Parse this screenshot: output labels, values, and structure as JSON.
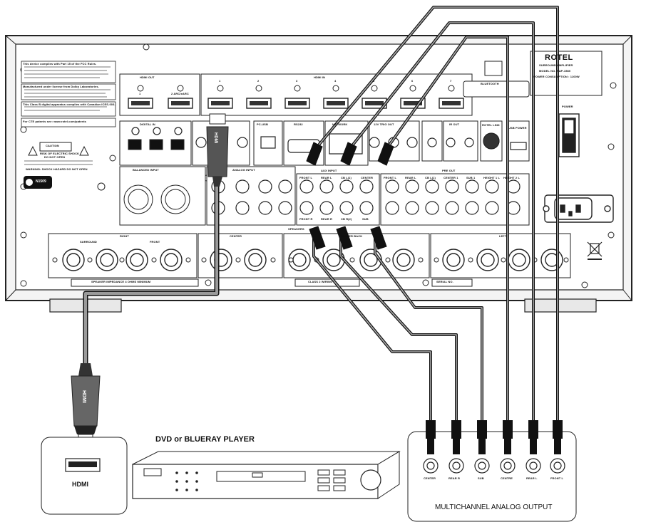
{
  "receiver": {
    "brand": "ROTEL",
    "model_lines": [
      "SURROUND AMPLIFIER",
      "MODEL NO. RAP-1580",
      "POWER CONSUMPTION : 1100W"
    ],
    "hdmi_out_label": "HDMI OUT",
    "hdmi_in_label": "HDMI IN",
    "hdmi_out_ports": [
      "1",
      "2 ARC/eARC"
    ],
    "hdmi_in_ports": [
      "1",
      "2",
      "3",
      "4",
      "5",
      "6",
      "7"
    ],
    "digital_in_label": "DIGITAL IN",
    "analog_input_label": "ANALOG INPUT",
    "balanced_input_label": "BALANCED INPUT",
    "aux_input_label": "AUX INPUT",
    "pre_out_label": "PRE OUT",
    "network_label": "NETWORK",
    "rs232_label": "RS232",
    "pc_usb_label": "PC-USB",
    "trigger_label": "12V TRIG OUT",
    "ir_out_label": "IR OUT",
    "rotel_link_label": "ROTEL LINK",
    "bluetooth_label": "BLUETOOTH",
    "usb_power_label": "USB POWER",
    "power_label": "POWER",
    "speakers_label": "SPEAKERS",
    "center_back_label": "CENTER BACK",
    "speaker_groups": [
      "RIGHT",
      "CENTER",
      "LEFT"
    ],
    "speaker_sub_labels": [
      "SURROUND",
      "FRONT"
    ],
    "speaker_impedance": "SPEAKER IMPEDANCE 4 OHMS MINIMUM",
    "class2_wiring": "CLASS 2 WIRING",
    "serial_label": "SERIAL NO.",
    "caution_title": "CAUTION",
    "caution_text": [
      "RISK OF ELECTRIC SHOCK",
      "DO NOT OPEN"
    ],
    "warning_text": [
      "WARNING: SHOCK HAZARD DO NOT OPEN"
    ],
    "cert_text": "N1509",
    "aux_jacks": [
      "FRONT L",
      "REAR L",
      "CB L(1)",
      "CENTER",
      "FRONT R",
      "REAR R",
      "CB R(2)",
      "SUB"
    ],
    "preout_jacks": [
      "FRONT L",
      "REAR L",
      "CB L(1)",
      "CENTER 1",
      "SUB 1",
      "HEIGHT 1 L",
      "HEIGHT 2 L"
    ],
    "hdmi_cable_text": "HDMI",
    "fine_print": [
      "This device complies with Part 15 of the FCC Rules.",
      "Manufactured under license from Dolby Laboratories.",
      "This Class B digital apparatus complies with Canadian ICES-003.",
      "For CTE patents see: www.rotel.com/patents"
    ]
  },
  "player": {
    "title": "DVD or BLUERAY PLAYER"
  },
  "hdmi_inset": {
    "label": "HDMI"
  },
  "output_panel": {
    "label": "MULTICHANNEL ANALOG OUTPUT",
    "jacks": [
      "CENTER",
      "REAR R",
      "SUB",
      "CENTRE",
      "REAR L",
      "FRONT L"
    ]
  }
}
